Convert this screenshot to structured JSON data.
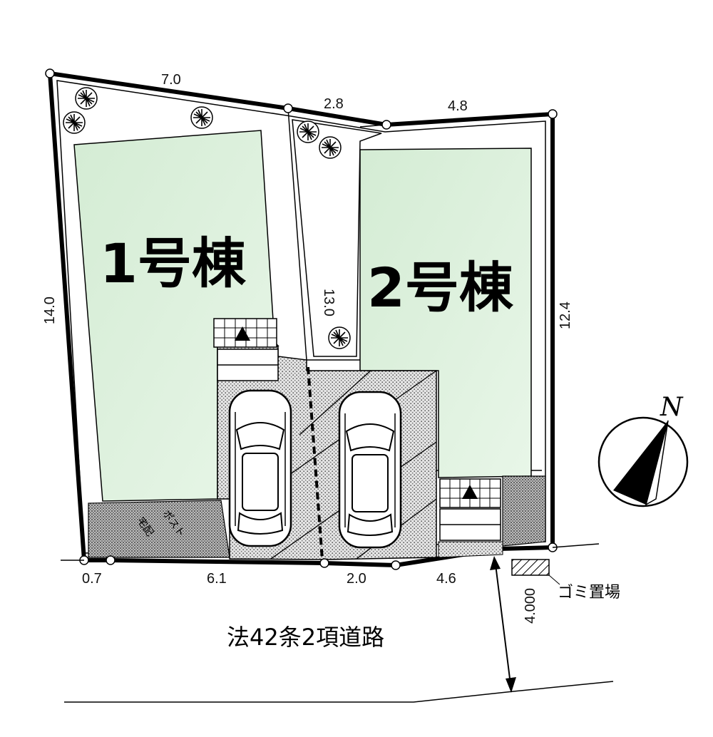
{
  "lots": {
    "lot1_label": "1号棟",
    "lot2_label": "2号棟"
  },
  "dimensions": {
    "top_left": "7.0",
    "top_mid": "2.8",
    "top_right": "4.8",
    "left": "14.0",
    "center": "13.0",
    "right": "12.4",
    "bottom_a": "0.7",
    "bottom_b": "6.1",
    "bottom_c": "2.0",
    "bottom_d": "4.6",
    "road_width": "4.000"
  },
  "road": {
    "label": "法42条2項道路"
  },
  "garbage": {
    "label": "ゴミ置場"
  },
  "north": {
    "label": "N"
  },
  "colors": {
    "building_fill": "#dcefdc",
    "outline": "#000000",
    "paving": "#cfcfcf"
  }
}
